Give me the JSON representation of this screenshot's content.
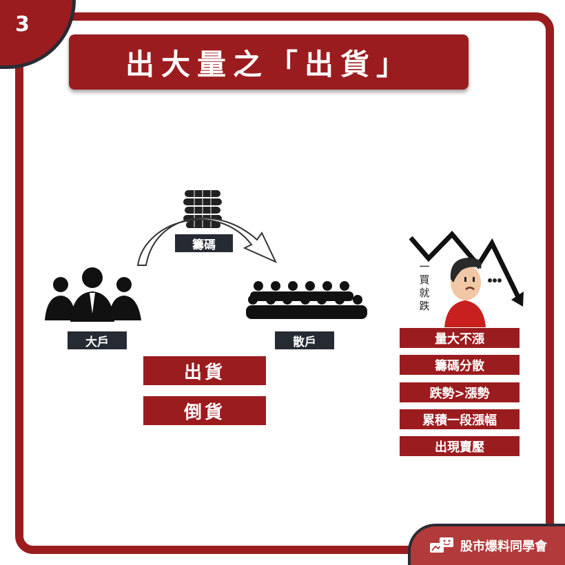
{
  "badge_number": "3",
  "title": "出大量之「出貨」",
  "labels": {
    "chips": "籌碼",
    "big_holder": "大戶",
    "retail": "散戶"
  },
  "actions": [
    "出貨",
    "倒貨"
  ],
  "cartoon_text": "一買就跌",
  "points": [
    "量大不漲",
    "籌碼分散",
    "跌勢>漲勢",
    "累積一段漲幅",
    "出現賣壓"
  ],
  "footer": {
    "brand": "股市爆料同學會"
  },
  "colors": {
    "brand_red": "#9b1c1f",
    "label_dark": "#262a33"
  }
}
